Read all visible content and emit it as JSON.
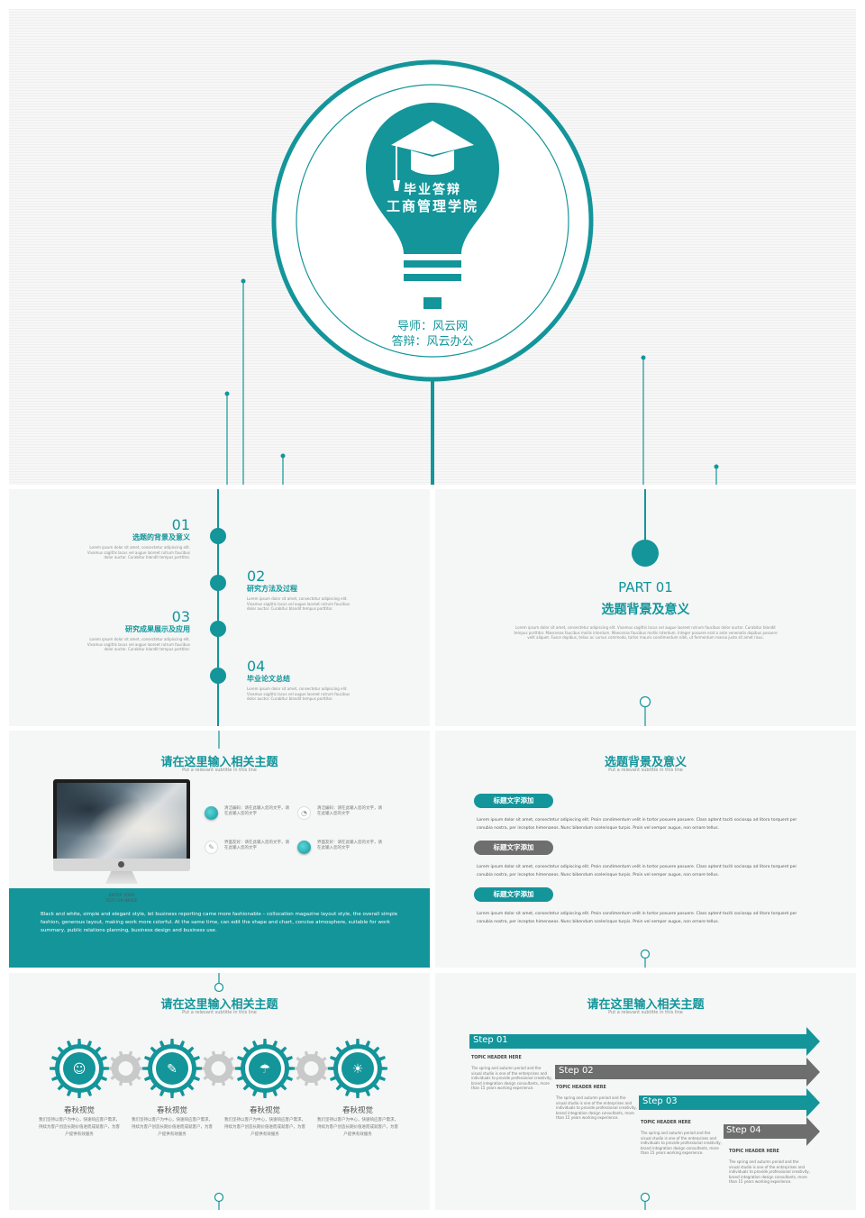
{
  "colors": {
    "accent": "#13959a",
    "gray": "#6e6e6e",
    "bg": "#f5f6f6"
  },
  "cover": {
    "bulb_line1": "毕业答辩",
    "bulb_line2": "工商管理学院",
    "advisor": "导师：风云网",
    "defender": "答辩：风云办公",
    "icon": "graduation-cap-icon"
  },
  "toc": {
    "items": [
      {
        "num": "01",
        "title": "选题的背景及意义",
        "desc": "Lorem ipsum dolor sit amet, consectetur adipiscing elit. Vivamus sagittis lacus vel augue laoreet rutrum faucibus dolor auctor. Curabitur blandit tempus porttitor."
      },
      {
        "num": "02",
        "title": "研究方法及过程",
        "desc": "Lorem ipsum dolor sit amet, consectetur adipiscing elit. Vivamus sagittis lacus vel augue laoreet rutrum faucibus dolor auctor. Curabitur blandit tempus porttitor."
      },
      {
        "num": "03",
        "title": "研究成果展示及应用",
        "desc": "Lorem ipsum dolor sit amet, consectetur adipiscing elit. Vivamus sagittis lacus vel augue laoreet rutrum faucibus dolor auctor. Curabitur blandit tempus porttitor."
      },
      {
        "num": "04",
        "title": "毕业论文总结",
        "desc": "Lorem ipsum dolor sit amet, consectetur adipiscing elit. Vivamus sagittis lacus vel augue laoreet rutrum faucibus dolor auctor. Curabitur blandit tempus porttitor."
      }
    ]
  },
  "part": {
    "label": "PART 01",
    "title": "选题背景及意义",
    "desc": "Lorem ipsum dolor sit amet, consectetur adipiscing elit. Vivamus sagittis lacus vel augue laoreet rutrum faucibus dolor auctor. Curabitur blandit tempus porttitor. Maecenas faucibus mollis interdum. Maecenas faucibus mollis interdum. Integer posuere erat a ante venenatis dapibus posuere velit aliquet. Fusce dapibus, tellus ac cursus commodo, tortor mauris condimentum nibh, ut fermentum massa justo sit amet risus."
  },
  "monitor_slide": {
    "title": "请在这里输入相关主题",
    "subtitle": "Put a relevant subtitle in this line",
    "enter_text": "ENTER YOUR\nTEXT OR IMAGE",
    "features": [
      {
        "text": "清洁编码：请在此输入您的文字，请在此输入您的文字"
      },
      {
        "text": "清洁编码：请在此输入您的文字，请在此输入您的文字"
      },
      {
        "text": "界面友好：请在此输入您的文字，请在此输入您的文字"
      },
      {
        "text": "界面友好：请在此输入您的文字，请在此输入您的文字"
      }
    ],
    "band_text": "Black and white, simple and elegant style, let business reporting came more fashionable – collocation magazine layout style, the overall simple fashion, generous layout, making work more colorful. At the same time, can edit the shape and chart, concise atmosphere, suitable for work summary, public relations planning, business design and business use."
  },
  "background_slide": {
    "title": "选题背景及意义",
    "subtitle": "Put a relevant subtitle in this line",
    "blocks": [
      {
        "tag": "标题文字添加",
        "text": "Lorem ipsum dolor sit amet, consectetur adipiscing elit. Proin condimentum velit in tortor posuere posuere. Class aptent taciti sociosqu ad litora torquent per conubia nostra, per inceptos himenaeos. Nunc bibendum scelerisque turpis. Proin vel semper augue, non ornare tellus."
      },
      {
        "tag": "标题文字添加",
        "text": "Lorem ipsum dolor sit amet, consectetur adipiscing elit. Proin condimentum velit in tortor posuere posuere. Class aptent taciti sociosqu ad litora torquent per conubia nostra, per inceptos himenaeos. Nunc bibendum scelerisque turpis. Proin vel semper augue, non ornare tellus."
      },
      {
        "tag": "标题文字添加",
        "text": "Lorem ipsum dolor sit amet, consectetur adipiscing elit. Proin condimentum velit in tortor posuere posuere. Class aptent taciti sociosqu ad litora torquent per conubia nostra, per inceptos himenaeos. Nunc bibendum scelerisque turpis. Proin vel semper augue, non ornare tellus."
      }
    ]
  },
  "gears_slide": {
    "title": "请在这里输入相关主题",
    "subtitle": "Put a relevant subtitle in this line",
    "items": [
      {
        "label": "春秋视觉",
        "icon": "user-icon",
        "text": "我们坚持以客户为中心，快速响应客户需求，持续为客户创造长期价值进而成就客户，为客户提供有效服务"
      },
      {
        "label": "春秋视觉",
        "icon": "user-edit-icon",
        "text": "我们坚持以客户为中心，快速响应客户需求，持续为客户创造长期价值进而成就客户，为客户提供有效服务"
      },
      {
        "label": "春秋视觉",
        "icon": "umbrella-icon",
        "text": "我们坚持以客户为中心，快速响应客户需求，持续为客户创造长期价值进而成就客户，为客户提供有效服务"
      },
      {
        "label": "春秋视觉",
        "icon": "sun-icon",
        "text": "我们坚持以客户为中心，快速响应客户需求，持续为客户创造长期价值进而成就客户，为客户提供有效服务"
      }
    ]
  },
  "steps_slide": {
    "title": "请在这里输入相关主题",
    "subtitle": "Put a relevant subtitle in this line",
    "steps": [
      {
        "label": "Step 01",
        "header": "TOPIC HEADER HERE",
        "text": "The spring and autumn period and the visual studio is one of the enterprises and individuals to provide professional creativity, brand integration design consultants, more than 15 years working experience."
      },
      {
        "label": "Step 02",
        "header": "TOPIC HEADER HERE",
        "text": "The spring and autumn period and the visual studio is one of the enterprises and individuals to provide professional creativity, brand integration design consultants, more than 15 years working experience."
      },
      {
        "label": "Step 03",
        "header": "TOPIC HEADER HERE",
        "text": "The spring and autumn period and the visual studio is one of the enterprises and individuals to provide professional creativity, brand integration design consultants, more than 15 years working experience."
      },
      {
        "label": "Step 04",
        "header": "TOPIC HEADER HERE",
        "text": "The spring and autumn period and the visual studio is one of the enterprises and individuals to provide professional creativity, brand integration design consultants, more than 15 years working experience."
      }
    ]
  }
}
